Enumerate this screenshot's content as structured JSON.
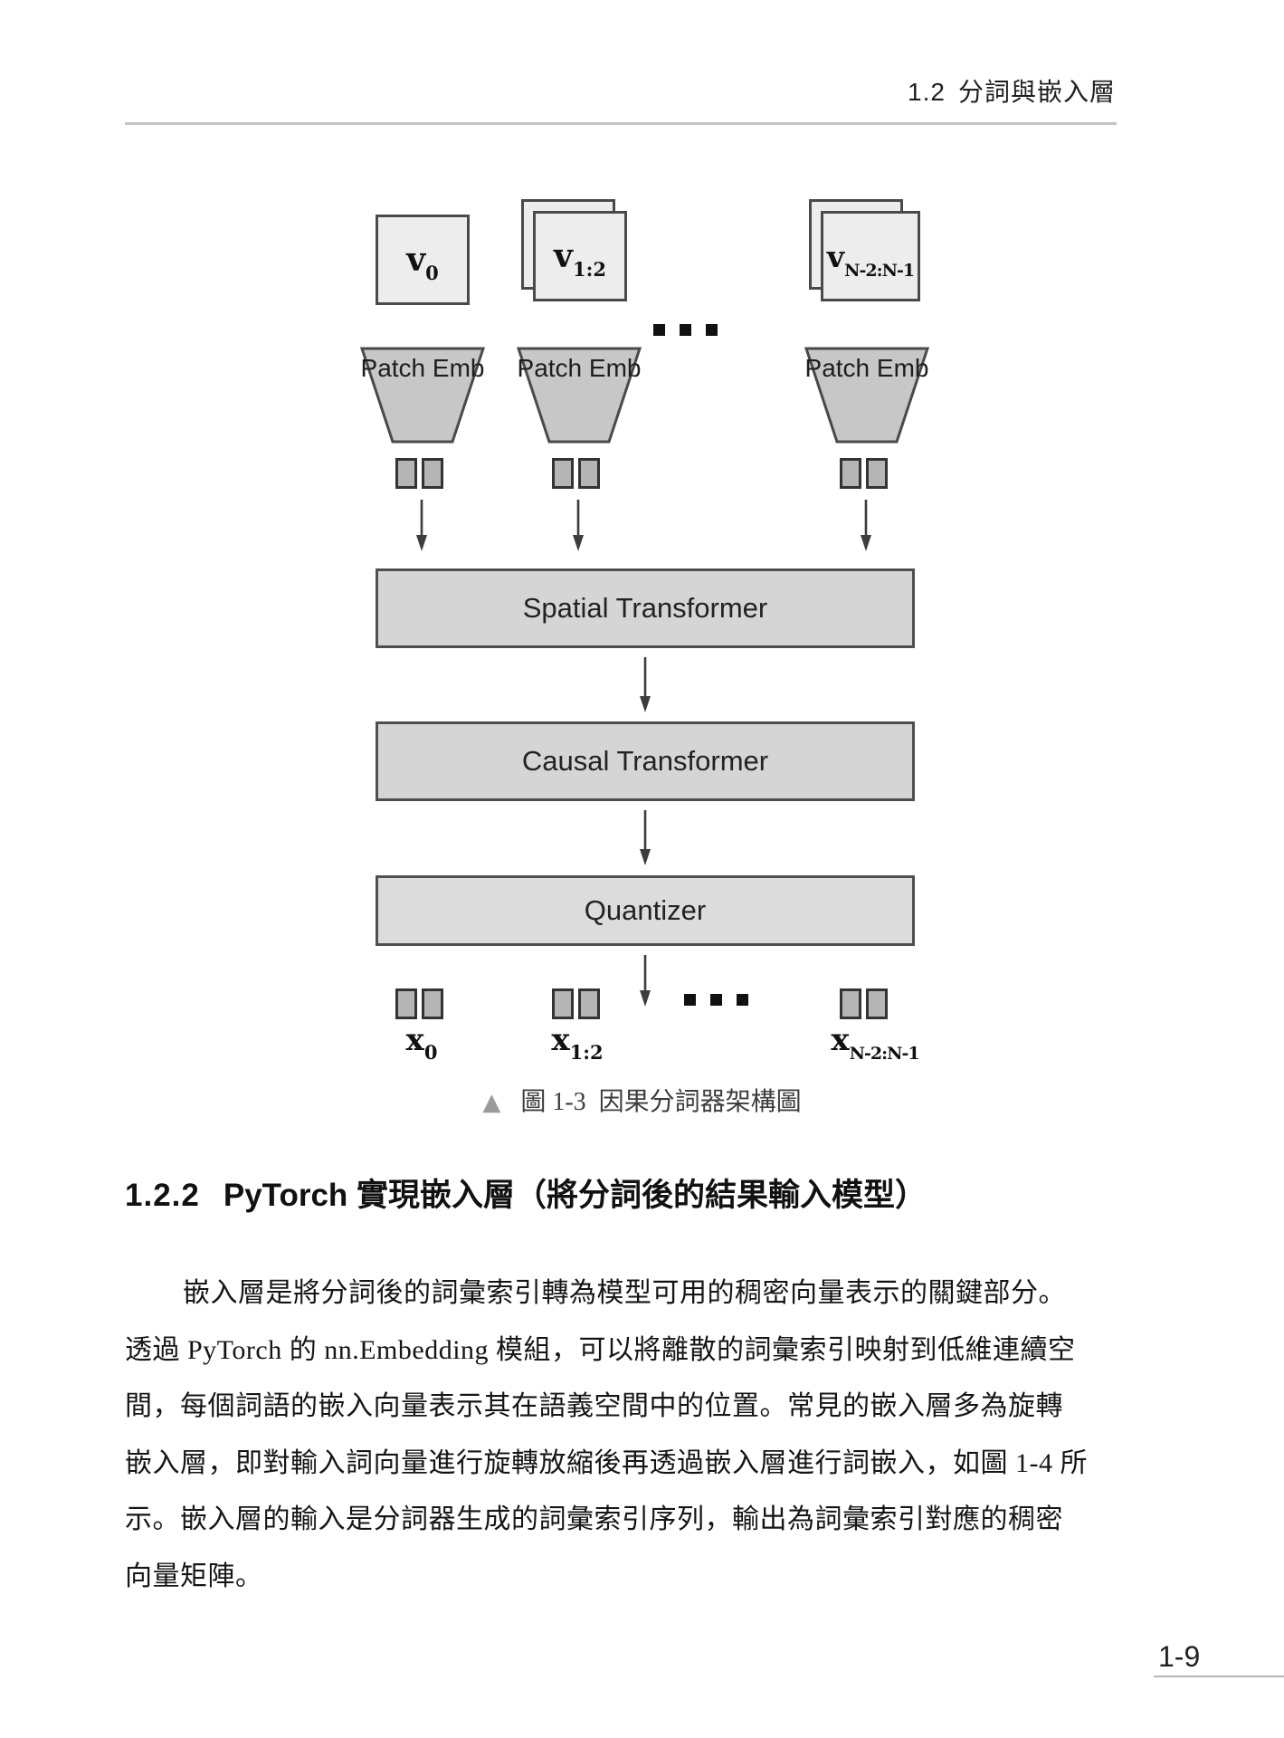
{
  "header": {
    "number": "1.2",
    "title": "分詞與嵌入層"
  },
  "figure": {
    "inputs": [
      {
        "base": "v",
        "sub": "0",
        "stacked": false
      },
      {
        "base": "v",
        "sub": "1:2",
        "stacked": true
      },
      {
        "base": "v",
        "sub": "N-2:N-1",
        "stacked": true
      }
    ],
    "patch_emb_label": "Patch Emb",
    "ellipsis": "...",
    "blocks": [
      "Spatial Transformer",
      "Causal Transformer",
      "Quantizer"
    ],
    "outputs": [
      {
        "base": "x",
        "sub": "0"
      },
      {
        "base": "x",
        "sub": "1:2"
      },
      {
        "base": "x",
        "sub": "N-2:N-1"
      }
    ],
    "caption": {
      "marker": "▲",
      "label": "圖 1-3",
      "title": "因果分詞器架構圖"
    },
    "colors": {
      "input_fill": "#ededed",
      "trapezoid_fill": "#c7c7c7",
      "token_fill": "#b5b5b5",
      "block_fill": "#d5d5d5",
      "stroke": "#4a4a4a",
      "caption_triangle": "#9a9a9a"
    }
  },
  "section": {
    "number": "1.2.2",
    "title": "PyTorch 實現嵌入層（將分詞後的結果輸入模型）",
    "paragraph_lines": [
      "嵌入層是將分詞後的詞彙索引轉為模型可用的稠密向量表示的關鍵部分。",
      "透過 PyTorch 的 nn.Embedding 模組，可以將離散的詞彙索引映射到低維連續空",
      "間，每個詞語的嵌入向量表示其在語義空間中的位置。常見的嵌入層多為旋轉",
      "嵌入層，即對輸入詞向量進行旋轉放縮後再透過嵌入層進行詞嵌入，如圖 1-4 所",
      "示。嵌入層的輸入是分詞器生成的詞彙索引序列，輸出為詞彙索引對應的稠密",
      "向量矩陣。"
    ]
  },
  "footer": {
    "page_number": "1-9"
  }
}
